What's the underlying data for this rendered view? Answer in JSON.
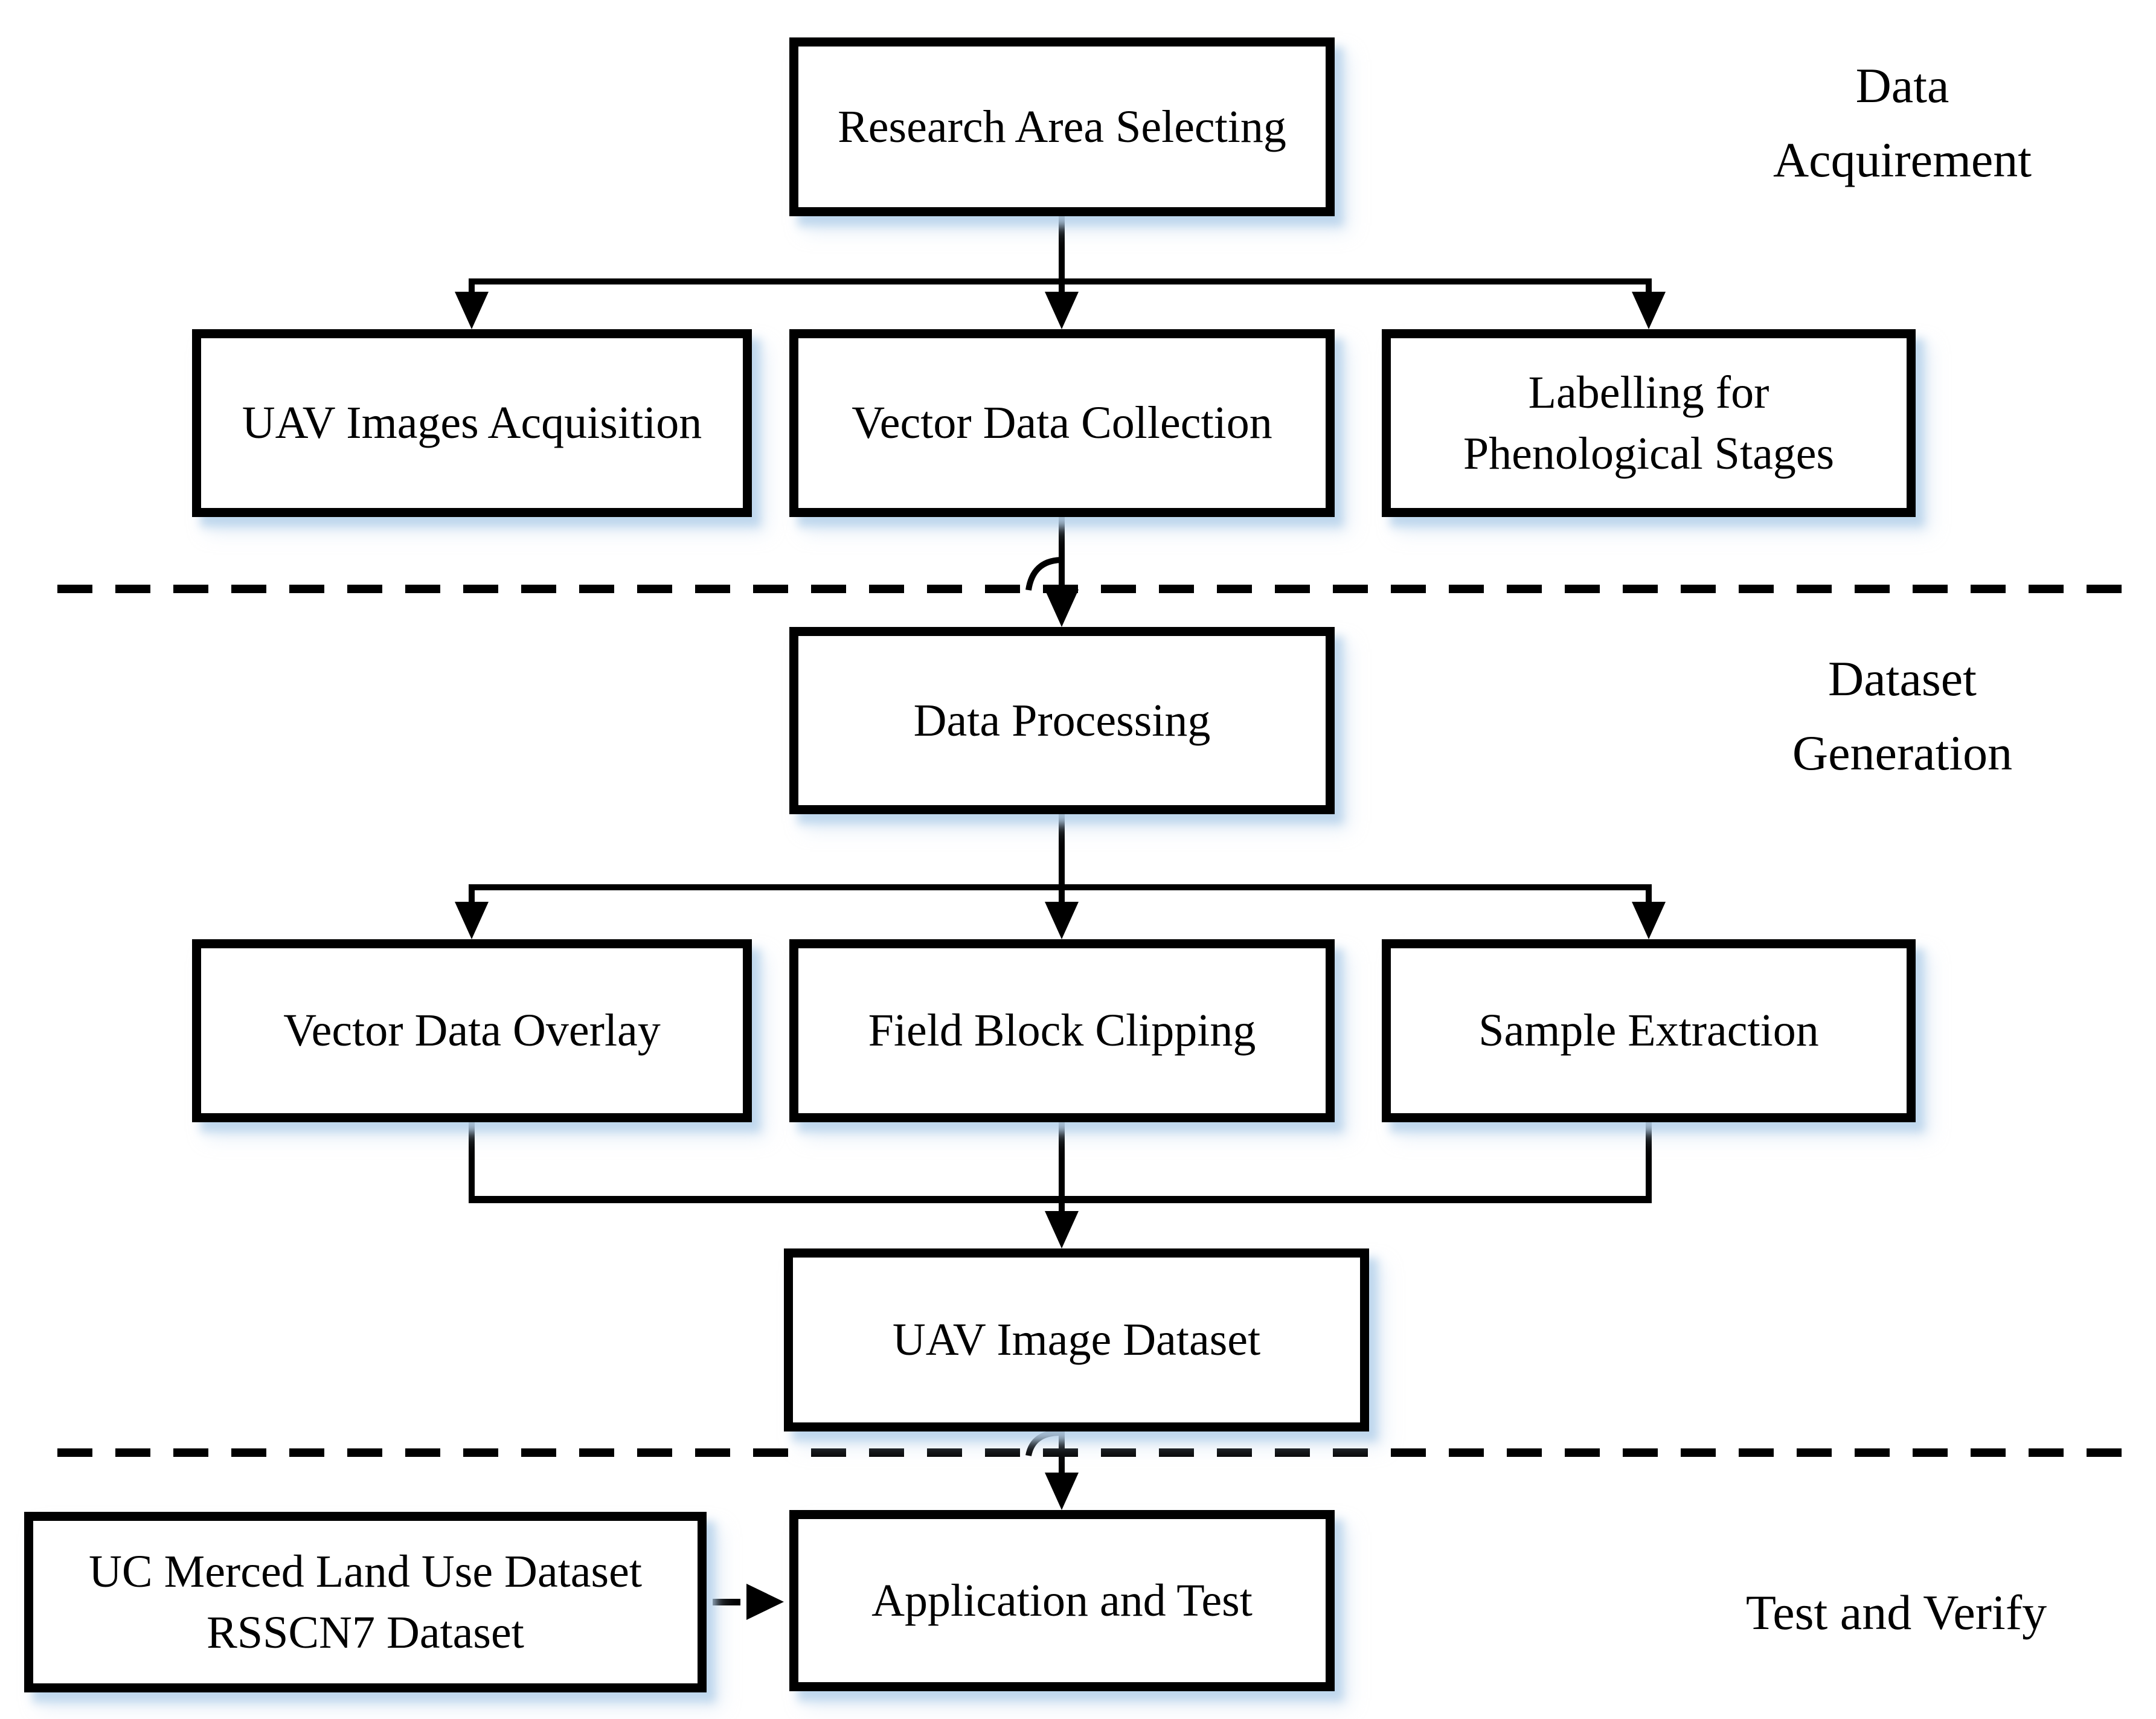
{
  "boxes": {
    "research_area": "Research Area Selecting",
    "uav_images": "UAV Images Acquisition",
    "vector_collection": "Vector Data Collection",
    "labelling": "Labelling for\nPhenological Stages",
    "data_processing": "Data Processing",
    "vector_overlay": "Vector Data Overlay",
    "field_clipping": "Field Block Clipping",
    "sample_extraction": "Sample Extraction",
    "uav_dataset": "UAV Image Dataset",
    "external_datasets": "UC Merced Land Use Dataset\nRSSCN7 Dataset",
    "application_test": "Application and Test"
  },
  "section_labels": {
    "acquirement": "Data\nAcquirement",
    "generation": "Dataset\nGeneration",
    "verify": "Test and Verify"
  },
  "colors": {
    "line": "#000000",
    "box_fill": "#ffffff",
    "shadow": "#b7d2eb"
  }
}
